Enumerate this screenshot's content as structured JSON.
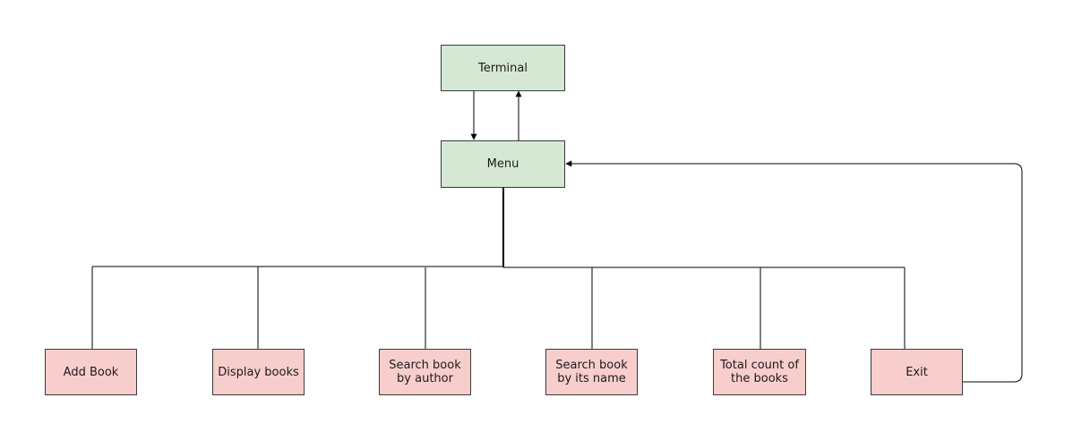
{
  "diagram": {
    "colors": {
      "top_fill": "#d5e8d4",
      "option_fill": "#f8cecc",
      "stroke": "#000000"
    },
    "nodes": {
      "terminal": "Terminal",
      "menu": "Menu",
      "add_book": "Add Book",
      "display_books": "Display books",
      "search_author": [
        "Search book",
        "by author"
      ],
      "search_name": [
        "Search book",
        "by its name"
      ],
      "total_count": [
        "Total count of",
        "the books"
      ],
      "exit": "Exit"
    }
  }
}
